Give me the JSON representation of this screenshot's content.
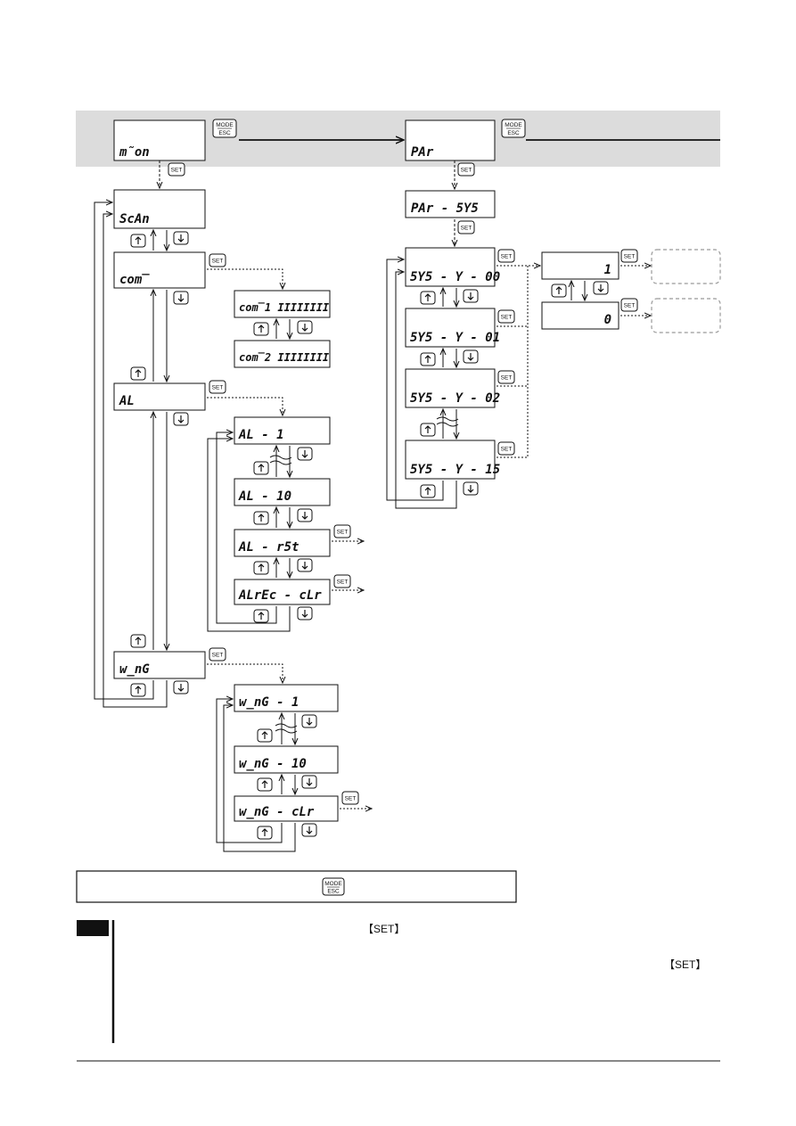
{
  "buttons": {
    "mode_top": "MODE",
    "mode_bottom": "ESC",
    "set": "SET"
  },
  "displays": {
    "mon": "m̃on",
    "par": "PAr",
    "scan": "ScAn",
    "con": "com̅",
    "con1": "com̅1  IIIIIIII",
    "con2": "com̅2  IIIIIIII",
    "al": "AL",
    "al1": "AL - 1",
    "al10": "AL - 10",
    "alrst": "AL - r5t",
    "alrecclr": "ALrEc - cLr",
    "wng": "w̲nG",
    "wng1": "w̲nG - 1",
    "wng10": "w̲nG - 10",
    "wngclr": "w̲nG - cLr",
    "parsys": "PAr - 5Y5",
    "sys00": "5Y5 - Y - 00",
    "sys01": "5Y5 - Y - 01",
    "sys02": "5Y5 - Y - 02",
    "sys15": "5Y5 - Y - 15",
    "val1": "1",
    "val0": "0"
  },
  "notes": {
    "set_bracket_1": "【SET】",
    "set_bracket_2": "【SET】"
  }
}
